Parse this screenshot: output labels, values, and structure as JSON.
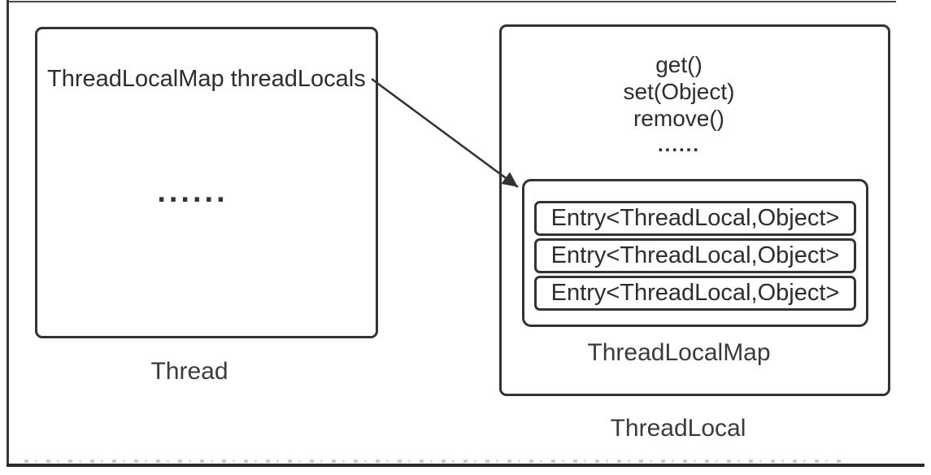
{
  "ink_color": "#333333",
  "background_color": "#ffffff",
  "thread_box": {
    "field": "ThreadLocalMap threadLocals",
    "ellipsis": "......",
    "label": "Thread"
  },
  "threadlocal_box": {
    "methods": [
      "get()",
      "set(Object)",
      "remove()",
      "......"
    ],
    "map": {
      "entries": [
        "Entry<ThreadLocal,Object>",
        "Entry<ThreadLocal,Object>",
        "Entry<ThreadLocal,Object>"
      ],
      "label": "ThreadLocalMap"
    },
    "label": "ThreadLocal"
  }
}
